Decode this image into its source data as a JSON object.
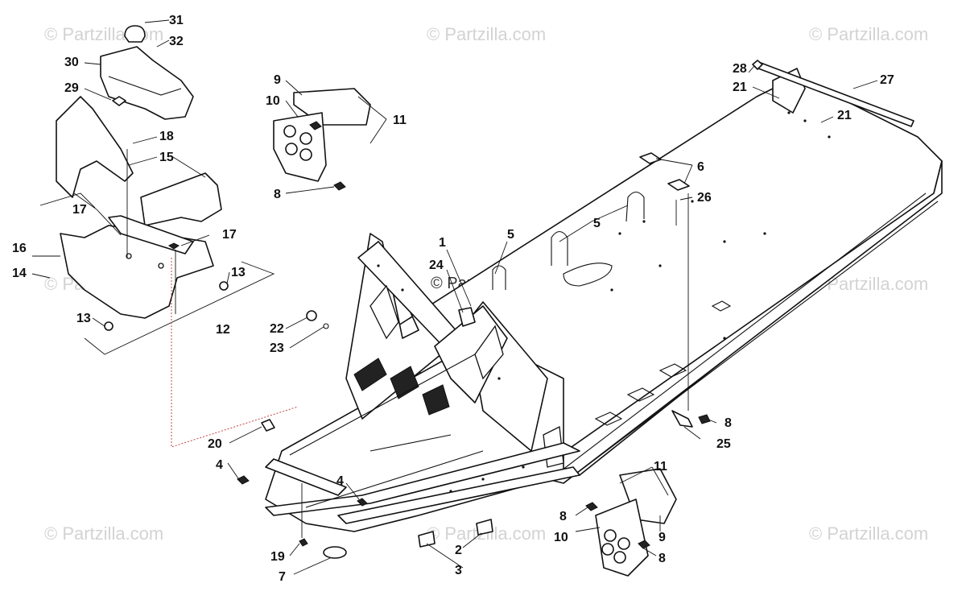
{
  "watermark_text": "© Partzilla.com",
  "center_brand_text": "© Partzilla.com",
  "colors": {
    "line": "#111111",
    "watermark": "#d3d3d3",
    "leader_dashed": "#b33333"
  },
  "callouts": [
    {
      "id": "c31",
      "text": "31"
    },
    {
      "id": "c32",
      "text": "32"
    },
    {
      "id": "c30",
      "text": "30"
    },
    {
      "id": "c29",
      "text": "29"
    },
    {
      "id": "c18",
      "text": "18"
    },
    {
      "id": "c15",
      "text": "15"
    },
    {
      "id": "c17a",
      "text": "17"
    },
    {
      "id": "c16",
      "text": "16"
    },
    {
      "id": "c14",
      "text": "14"
    },
    {
      "id": "c17b",
      "text": "17"
    },
    {
      "id": "c13a",
      "text": "13"
    },
    {
      "id": "c13b",
      "text": "13"
    },
    {
      "id": "c12",
      "text": "12"
    },
    {
      "id": "c9a",
      "text": "9"
    },
    {
      "id": "c10a",
      "text": "10"
    },
    {
      "id": "c11a",
      "text": "11"
    },
    {
      "id": "c8a",
      "text": "8"
    },
    {
      "id": "c1",
      "text": "1"
    },
    {
      "id": "c5a",
      "text": "5"
    },
    {
      "id": "c24",
      "text": "24"
    },
    {
      "id": "c5b",
      "text": "5"
    },
    {
      "id": "c22",
      "text": "22"
    },
    {
      "id": "c23",
      "text": "23"
    },
    {
      "id": "c6",
      "text": "6"
    },
    {
      "id": "c26",
      "text": "26"
    },
    {
      "id": "c28",
      "text": "28"
    },
    {
      "id": "c21a",
      "text": "21"
    },
    {
      "id": "c21b",
      "text": "21"
    },
    {
      "id": "c27",
      "text": "27"
    },
    {
      "id": "c20",
      "text": "20"
    },
    {
      "id": "c4a",
      "text": "4"
    },
    {
      "id": "c4b",
      "text": "4"
    },
    {
      "id": "c8b",
      "text": "8"
    },
    {
      "id": "c25",
      "text": "25"
    },
    {
      "id": "c11b",
      "text": "11"
    },
    {
      "id": "c8c",
      "text": "8"
    },
    {
      "id": "c10b",
      "text": "10"
    },
    {
      "id": "c9b",
      "text": "9"
    },
    {
      "id": "c8d",
      "text": "8"
    },
    {
      "id": "c19",
      "text": "19"
    },
    {
      "id": "c7",
      "text": "7"
    },
    {
      "id": "c2",
      "text": "2"
    },
    {
      "id": "c3",
      "text": "3"
    }
  ]
}
